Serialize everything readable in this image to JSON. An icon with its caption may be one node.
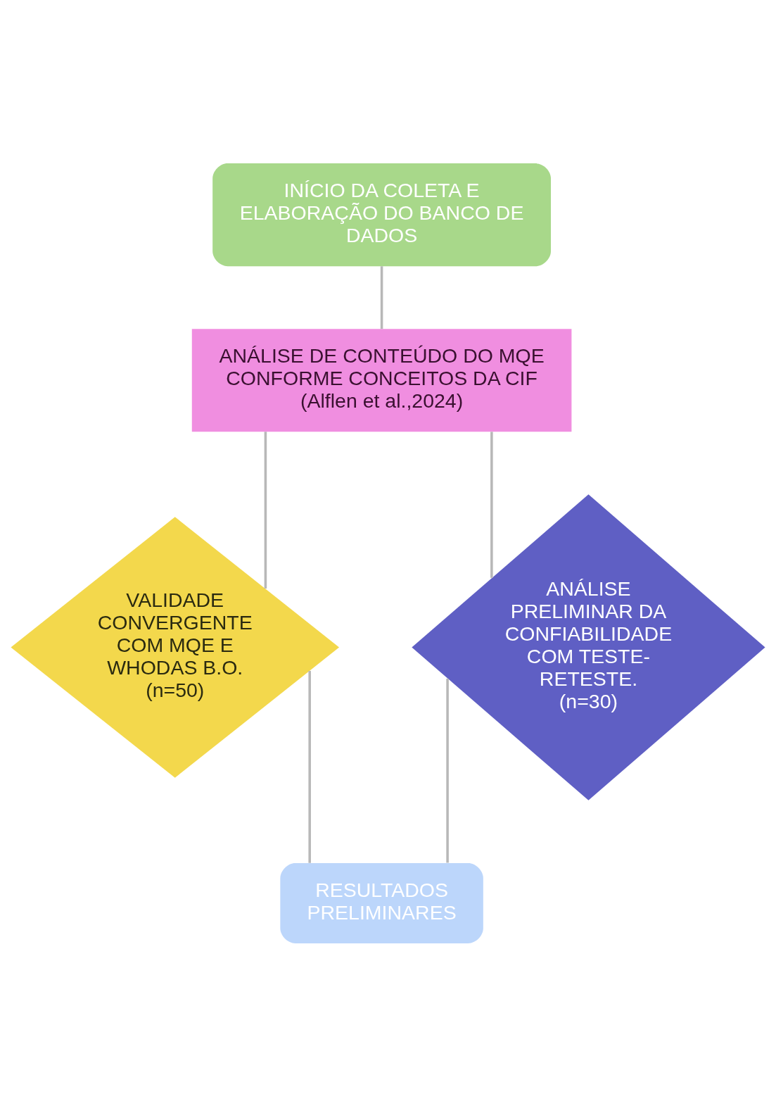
{
  "diagram": {
    "nodes": [
      {
        "text": [
          "INÍCIO DA COLETA E ELABORAÇÃO DO BANCO DE DADOS"
        ]
      },
      {
        "text": [
          "ANÁLISE DE CONTEÚDO DO MQE CONFORME CONCEITOS DA CIF (Alflen et al.,2024)"
        ]
      },
      {
        "text": [
          "VALIDADE CONVERGENTE COM MQE E WHODAS B.O. (n=50)"
        ]
      },
      {
        "text": [
          "ANÁLISE PRELIMINAR DA CONFIABILIDADE COM TESTE-RETESTE. (n=30)"
        ]
      },
      {
        "text": [
          "RESULTADOS PRELIMINARES"
        ]
      }
    ],
    "edges": [
      {
        "from": 0,
        "to": 1,
        "arrow": "none"
      },
      {
        "from": 1,
        "to": 2,
        "arrow": "none"
      },
      {
        "from": 1,
        "to": 3,
        "arrow": "none"
      },
      {
        "from": 3,
        "to": 4,
        "arrow": "none"
      },
      {
        "from": 2,
        "to": 4,
        "arrow": "none"
      }
    ]
  }
}
